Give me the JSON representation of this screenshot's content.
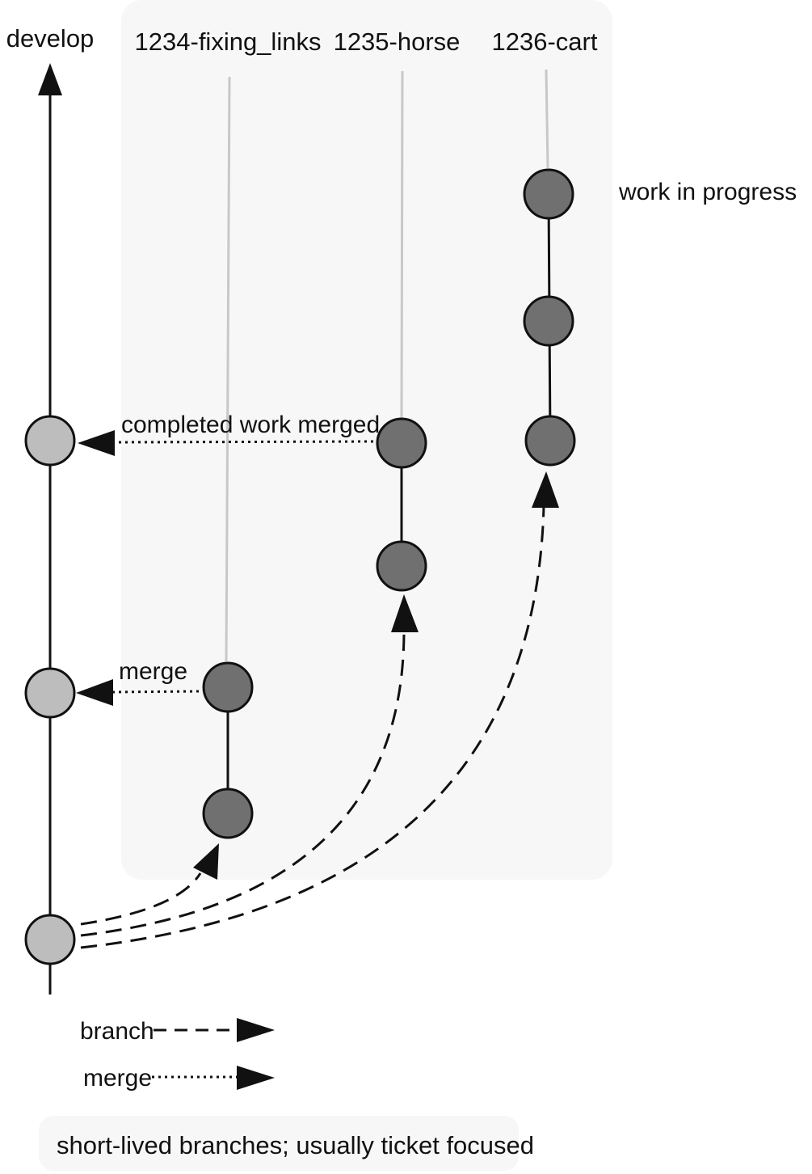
{
  "trunk": {
    "label": "develop"
  },
  "branches": [
    {
      "name": "1234-fixing_links"
    },
    {
      "name": "1235-horse"
    },
    {
      "name": "1236-cart"
    }
  ],
  "annotations": {
    "work_in_progress": "work in progress",
    "completed_merge": "completed work merged",
    "merge": "merge"
  },
  "legend": {
    "branch": "branch",
    "merge": "merge"
  },
  "caption": "short-lived branches; usually ticket focused",
  "colors": {
    "panel": "#f7f7f7",
    "trunk_commit": "#bdbdbd",
    "branch_commit": "#707070",
    "branch_guide": "#c8c8c8",
    "line": "#111111"
  }
}
